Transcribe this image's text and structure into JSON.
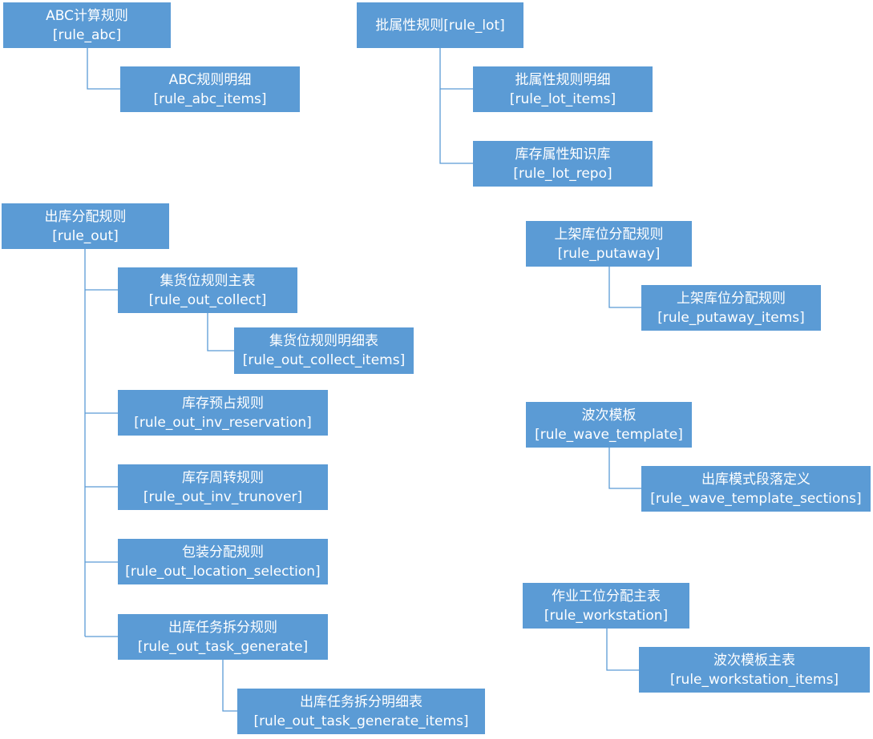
{
  "nodes": {
    "rule_abc": {
      "title": "ABC计算规则",
      "code": "[rule_abc]"
    },
    "rule_abc_items": {
      "title": "ABC规则明细",
      "code": "[rule_abc_items]"
    },
    "rule_lot": {
      "title": "批属性规则[rule_lot]",
      "code": ""
    },
    "rule_lot_items": {
      "title": "批属性规则明细",
      "code": "[rule_lot_items]"
    },
    "rule_lot_repo": {
      "title": "库存属性知识库",
      "code": "[rule_lot_repo]"
    },
    "rule_out": {
      "title": "出库分配规则",
      "code": "[rule_out]"
    },
    "rule_out_collect": {
      "title": "集货位规则主表",
      "code": "[rule_out_collect]"
    },
    "rule_out_collect_items": {
      "title": "集货位规则明细表",
      "code": "[rule_out_collect_items]"
    },
    "rule_out_inv_reservation": {
      "title": "库存预占规则",
      "code": "[rule_out_inv_reservation]"
    },
    "rule_out_inv_trunover": {
      "title": "库存周转规则",
      "code": "[rule_out_inv_trunover]"
    },
    "rule_out_location_selection": {
      "title": "包装分配规则",
      "code": "[rule_out_location_selection]"
    },
    "rule_out_task_generate": {
      "title": "出库任务拆分规则",
      "code": "[rule_out_task_generate]"
    },
    "rule_out_task_generate_items": {
      "title": "出库任务拆分明细表",
      "code": "[rule_out_task_generate_items]"
    },
    "rule_putaway": {
      "title": "上架库位分配规则",
      "code": "[rule_putaway]"
    },
    "rule_putaway_items": {
      "title": "上架库位分配规则",
      "code": "[rule_putaway_items]"
    },
    "rule_wave_template": {
      "title": "波次模板",
      "code": "[rule_wave_template]"
    },
    "rule_wave_template_sections": {
      "title": "出库模式段落定义",
      "code": "[rule_wave_template_sections]"
    },
    "rule_workstation": {
      "title": "作业工位分配主表",
      "code": "[rule_workstation]"
    },
    "rule_workstation_items": {
      "title": "波次模板主表",
      "code": "[rule_workstation_items]"
    }
  },
  "colors": {
    "box_fill": "#5b9bd5",
    "box_text": "#ffffff",
    "connector": "#5b9bd5"
  }
}
